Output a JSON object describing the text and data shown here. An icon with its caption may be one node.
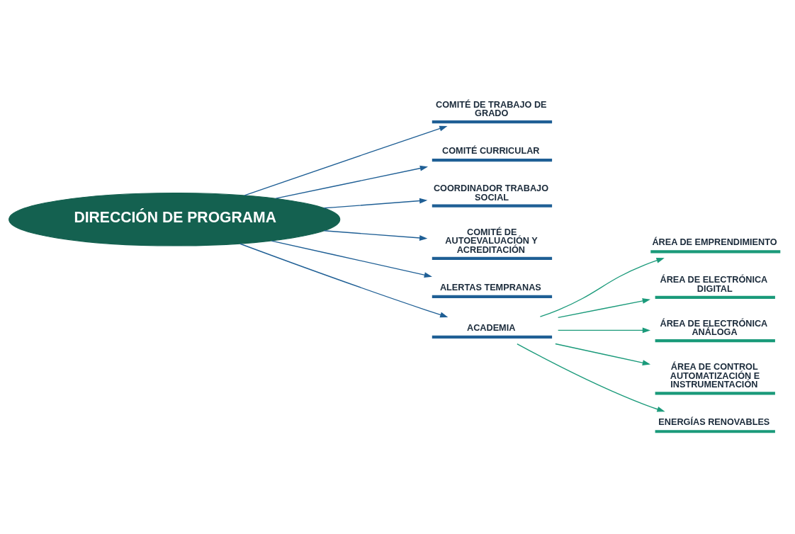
{
  "diagram": {
    "nodes": [
      {
        "text": [
          "DIRECCIÓN DE PROGRAMA"
        ]
      },
      {
        "text": [
          "COMITÉ DE TRABAJO DE GRADO"
        ]
      },
      {
        "text": [
          "COMITÉ CURRICULAR"
        ]
      },
      {
        "text": [
          "COORDINADOR TRABAJO SOCIAL"
        ]
      },
      {
        "text": [
          "COMITÉ DE AUTOEVALUACIÓN Y ACREDITACIÓN"
        ]
      },
      {
        "text": [
          "ALERTAS TEMPRANAS"
        ]
      },
      {
        "text": [
          "ACADEMIA"
        ]
      },
      {
        "text": [
          "ÁREA DE EMPRENDIMIENTO"
        ]
      },
      {
        "text": [
          "ÁREA DE ELECTRÓNICA DIGITAL"
        ]
      },
      {
        "text": [
          "ÁREA DE ELECTRÓNICA ANÁLOGA"
        ]
      },
      {
        "text": [
          "ÁREA DE CONTROL AUTOMATIZACIÓN E INSTRUMENTACIÓN"
        ]
      },
      {
        "text": [
          "ENERGÍAS RENOVABLES"
        ]
      }
    ],
    "edges": [
      {
        "from": 0,
        "to": 1,
        "arrow": "to"
      },
      {
        "from": 0,
        "to": 2,
        "arrow": "to"
      },
      {
        "from": 0,
        "to": 3,
        "arrow": "to"
      },
      {
        "from": 0,
        "to": 4,
        "arrow": "to"
      },
      {
        "from": 0,
        "to": 5,
        "arrow": "to"
      },
      {
        "from": 0,
        "to": 6,
        "arrow": "to"
      },
      {
        "from": 6,
        "to": 7,
        "arrow": "to",
        "color": "#1a9a7a"
      },
      {
        "from": 6,
        "to": 8,
        "arrow": "to",
        "color": "#1a9a7a"
      },
      {
        "from": 6,
        "to": 9,
        "arrow": "to",
        "color": "#1a9a7a"
      },
      {
        "from": 6,
        "to": 10,
        "arrow": "to",
        "color": "#1a9a7a"
      },
      {
        "from": 6,
        "to": 11,
        "arrow": "to",
        "color": "#1a9a7a"
      }
    ]
  }
}
